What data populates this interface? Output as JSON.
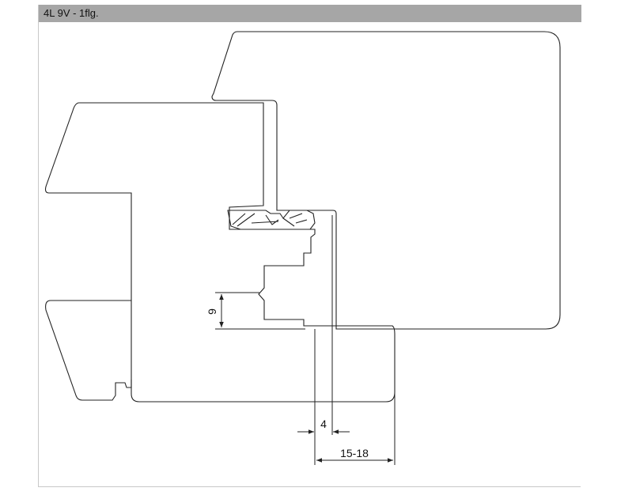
{
  "header": {
    "title": "4L 9V - 1flg."
  },
  "dimensions": {
    "seal_height": "9",
    "gap": "4",
    "rebate_range": "15-18"
  },
  "colors": {
    "line": "#222222",
    "header_bg": "#a6a6a6",
    "frame_border": "#c8c8c8"
  }
}
